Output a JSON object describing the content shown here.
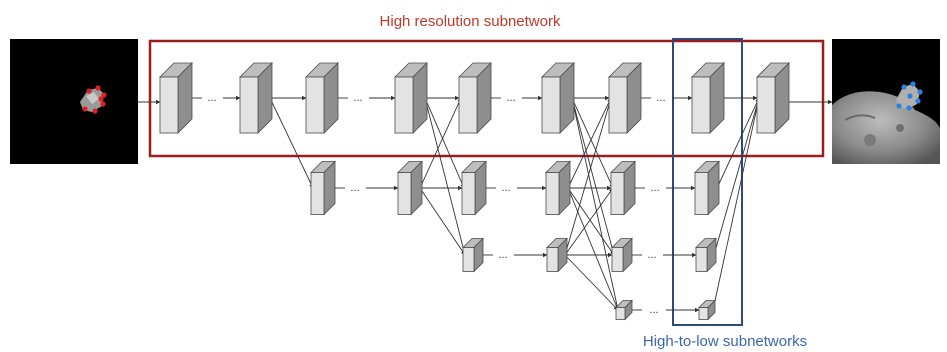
{
  "title": "High resolution subnetwork",
  "bottom_label": "High-to-low subnetworks",
  "colors": {
    "red_box": "#9c1c1c",
    "blue_box": "#2e4a7d",
    "title_red": "#c0392b",
    "label_blue": "#3d67a8",
    "block_front": "#e3e3e3",
    "block_top": "#bdbdbd",
    "block_side": "#8e8e8e",
    "edge": "#4a4a4a",
    "keypoint_red": "#e02020",
    "keypoint_blue": "#2f7fe0"
  },
  "images": {
    "input": "input-image-asteroid-red-keypoints",
    "output": "output-image-asteroid-blue-keypoints"
  },
  "ellipsis": "..."
}
